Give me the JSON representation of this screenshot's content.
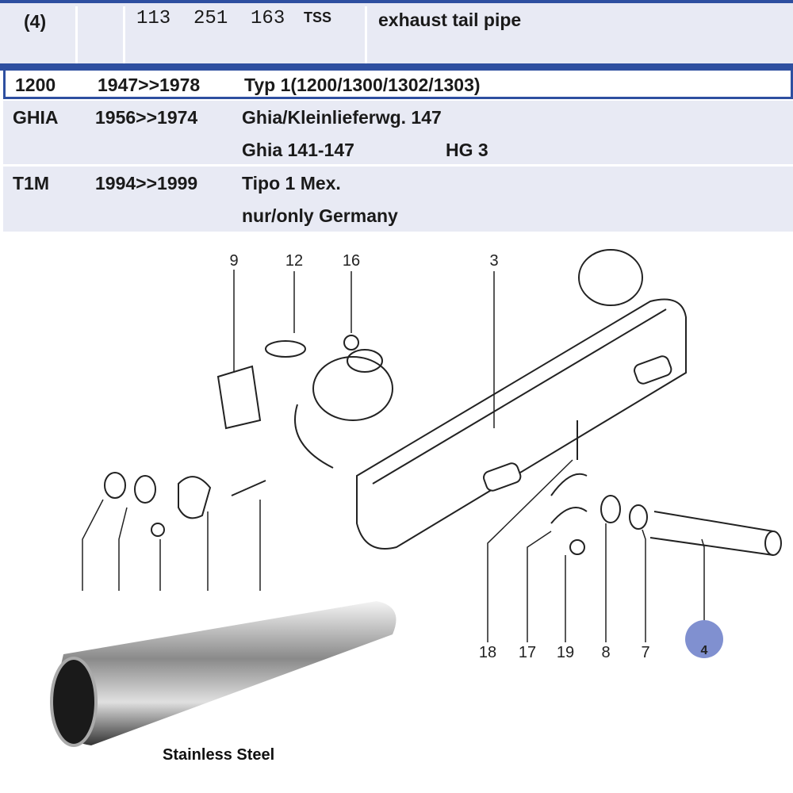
{
  "header": {
    "pos": "(4)",
    "part_number": "113  251  163",
    "suffix": "TSS",
    "description": "exhaust tail pipe"
  },
  "models": [
    {
      "code": "1200",
      "years": "1947>>1978",
      "lines": [
        "Typ 1(1200/1300/1302/1303)"
      ],
      "selected": true
    },
    {
      "code": "GHIA",
      "years": "1956>>1974",
      "lines": [
        "Ghia/Kleinlieferwg. 147",
        "Ghia 141-147"
      ],
      "extra": "HG 3"
    },
    {
      "code": "T1M",
      "years": "1994>>1999",
      "lines": [
        "Tipo 1 Mex.",
        "nur/only Germany"
      ]
    }
  ],
  "diagram": {
    "callouts_top": [
      "9",
      "12",
      "16",
      "3"
    ],
    "callouts_bottom": [
      "18",
      "17",
      "19",
      "8",
      "7",
      "4"
    ],
    "highlight": "4",
    "highlight_color": "#8090d0"
  },
  "photo": {
    "caption": "Stainless Steel"
  }
}
